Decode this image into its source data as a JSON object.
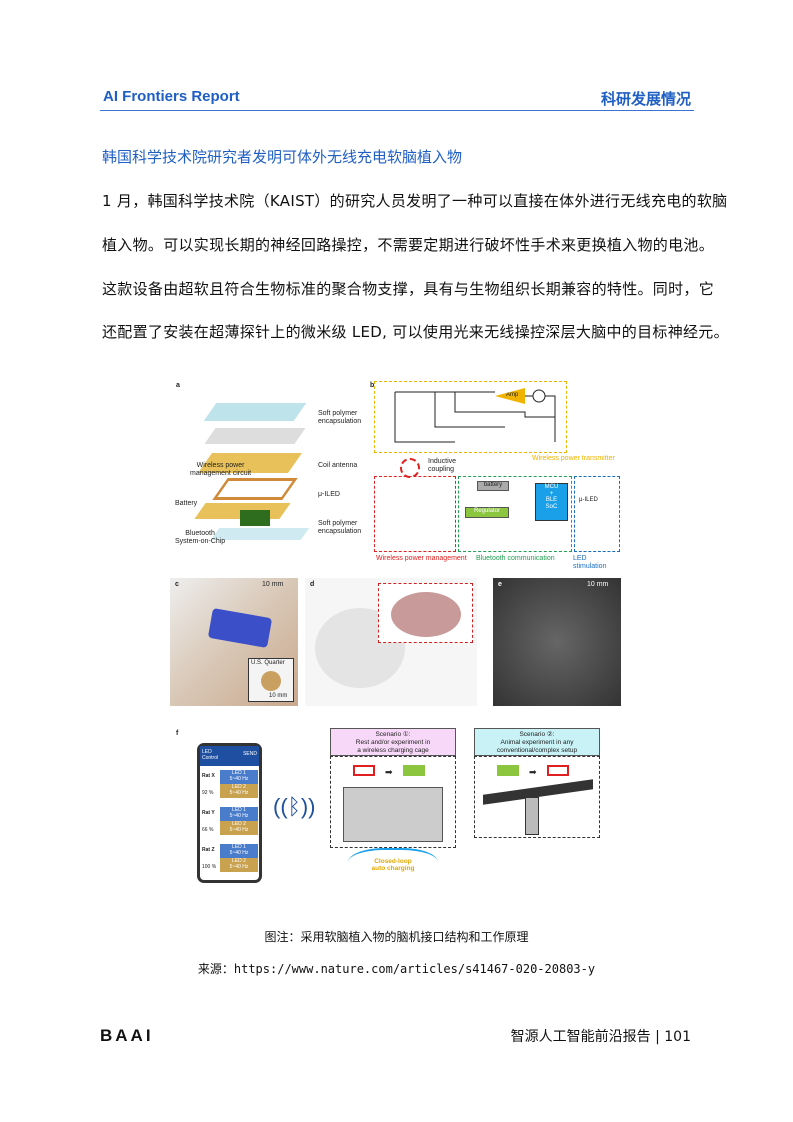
{
  "header": {
    "left": "AI Frontiers Report",
    "right": "科研发展情况"
  },
  "section_title": "韩国科学技术院研究者发明可体外无线充电软脑植入物",
  "paragraph_lines": [
    "1 月，韩国科学技术院（KAIST）的研究人员发明了一种可以直接在体外进行无线充电的软脑",
    "植入物。可以实现长期的神经回路操控，不需要定期进行破坏性手术来更换植入物的电池。",
    "这款设备由超软且符合生物标准的聚合物支撑，具有与生物组织长期兼容的特性。同时，它",
    "还配置了安装在超薄探针上的微米级 LED, 可以使用光来无线操控深层大脑中的目标神经元。"
  ],
  "figure": {
    "panel_a": {
      "label": "a",
      "soft_top": "Soft polymer\nencapsulation",
      "wpm": "Wireless power\nmanagement circuit",
      "coil": "Coil antenna",
      "uiled": "μ-ILED",
      "battery": "Battery",
      "bt": "Bluetooth\nSystem-on-Chip",
      "soft_bottom": "Soft polymer\nencapsulation"
    },
    "panel_b": {
      "label": "b",
      "amp": "Amp",
      "inductive": "Inductive\ncoupling",
      "battery": "battery",
      "regulator": "Regulator",
      "mcu": "MCU\n+\nBLE\nSoC",
      "uiled": "μ-ILED",
      "transmitter": "Wireless power transmitter",
      "wpm": "Wireless power management",
      "bt": "Bluetooth communication",
      "led": "LED stimulation",
      "colors": {
        "transmitter": "#f0b400",
        "wpm": "#e02020",
        "bt": "#20a050",
        "led": "#1a6fc0",
        "mcu": "#1aa0e8",
        "regulator": "#8cc63f"
      }
    },
    "panel_c": {
      "label": "c",
      "scale": "10 mm",
      "inset": "U.S. Quarter",
      "inset_scale": "10 mm"
    },
    "panel_d": {
      "label": "d"
    },
    "panel_e": {
      "label": "e",
      "scale": "10 mm"
    },
    "panel_f": {
      "label": "f",
      "phone": {
        "title": "LED\nControl",
        "send": "SEND",
        "rats": [
          {
            "name": "Rat X",
            "pct": "92 %"
          },
          {
            "name": "Rat Y",
            "pct": "66 %"
          },
          {
            "name": "Rat Z",
            "pct": "100 %"
          }
        ],
        "led1": "LED 1\n5~40 Hz",
        "led2": "LED 2\n5~40 Hz"
      },
      "scenario1": "Scenario ①:\nRest and/or experiment in\na wireless charging cage",
      "scenario2": "Scenario ②:\nAnimal experiment in any\nconventional/complex setup",
      "charging": "Closed-loop\nauto charging"
    }
  },
  "caption": "图注：采用软脑植入物的脑机接口结构和工作原理",
  "source": "来源：https://www.nature.com/articles/s41467-020-20803-y",
  "footer": {
    "logo": "BAAI",
    "text": "智源人工智能前沿报告 | 101"
  }
}
